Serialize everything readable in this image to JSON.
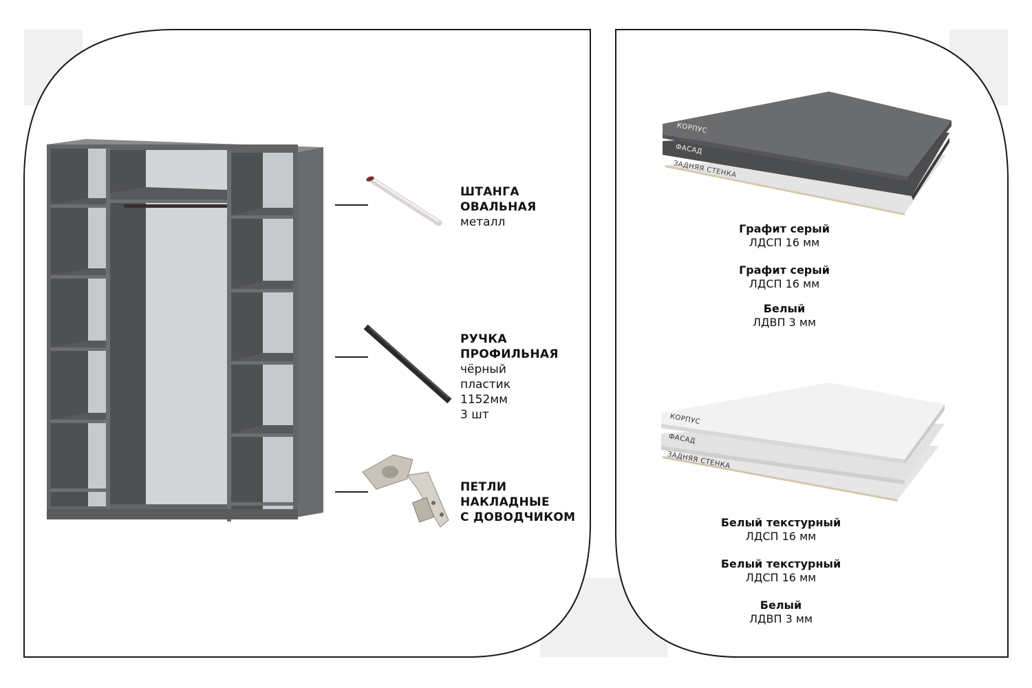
{
  "accessories": [
    {
      "id": "rod",
      "title_lines": [
        "ШТАНГА",
        "ОВАЛЬНАЯ"
      ],
      "sub_lines": [
        "металл"
      ],
      "icon": "oval-rod-icon"
    },
    {
      "id": "handle",
      "title_lines": [
        "РУЧКА",
        "ПРОФИЛЬНАЯ"
      ],
      "sub_lines": [
        "чёрный",
        "пластик",
        "1152мм",
        "3 шт"
      ],
      "icon": "profile-handle-icon"
    },
    {
      "id": "hinges",
      "title_lines": [
        "ПЕТЛИ",
        "НАКЛАДНЫЕ",
        "С ДОВОДЧИКОМ"
      ],
      "sub_lines": [],
      "icon": "hinge-icon"
    }
  ],
  "sheet_labels": {
    "korpus": "КОРПУС",
    "fasad": "ФАСАД",
    "back": "ЗАДНЯЯ СТЕНКА"
  },
  "graphite_variant": {
    "materials": [
      {
        "name": "Графит серый",
        "spec": "ЛДСП 16 мм"
      },
      {
        "name": "Графит серый",
        "spec": "ЛДСП 16 мм"
      },
      {
        "name": "Белый",
        "spec": "ЛДВП 3 мм"
      }
    ]
  },
  "white_variant": {
    "materials": [
      {
        "name": "Белый текстурный",
        "spec": "ЛДСП 16 мм"
      },
      {
        "name": "Белый текстурный",
        "spec": "ЛДСП 16 мм"
      },
      {
        "name": "Белый",
        "spec": "ЛДВП 3 мм"
      }
    ]
  },
  "colors": {
    "frame": "#1a1a1a",
    "graphite": "#5f6062",
    "graphite_dark": "#4a4b4d",
    "white_sheet": "#eeeeee",
    "bg_shape": "#f0f0f0"
  }
}
